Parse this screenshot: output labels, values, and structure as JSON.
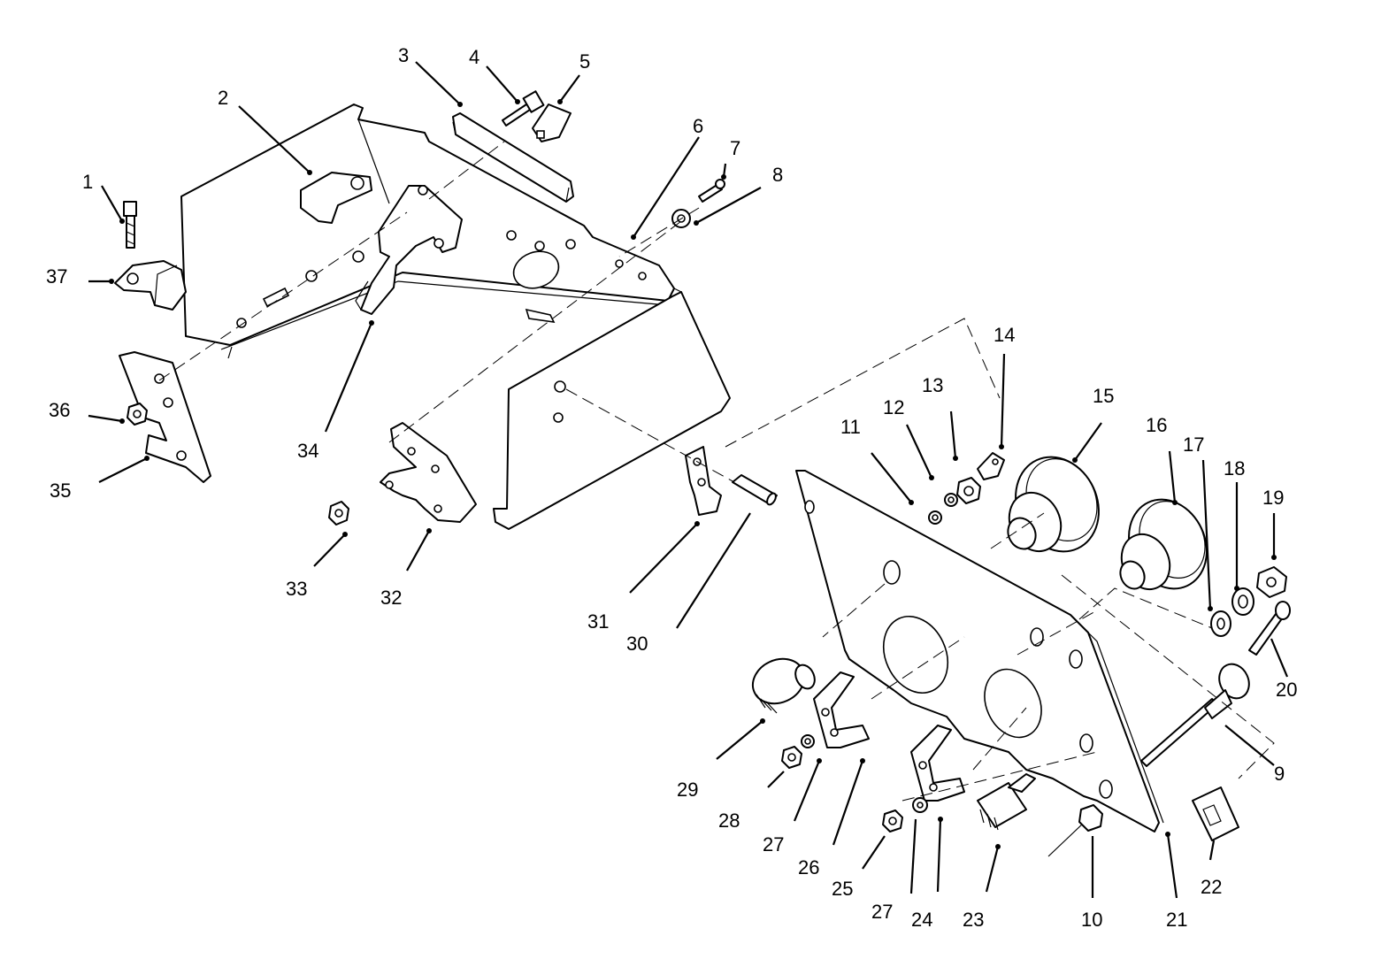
{
  "callouts": [
    {
      "id": "1",
      "label": "1"
    },
    {
      "id": "2",
      "label": "2"
    },
    {
      "id": "3",
      "label": "3"
    },
    {
      "id": "4",
      "label": "4"
    },
    {
      "id": "5",
      "label": "5"
    },
    {
      "id": "6",
      "label": "6"
    },
    {
      "id": "7",
      "label": "7"
    },
    {
      "id": "8",
      "label": "8"
    },
    {
      "id": "9",
      "label": "9"
    },
    {
      "id": "10",
      "label": "10"
    },
    {
      "id": "11",
      "label": "11"
    },
    {
      "id": "12",
      "label": "12"
    },
    {
      "id": "13",
      "label": "13"
    },
    {
      "id": "14",
      "label": "14"
    },
    {
      "id": "15",
      "label": "15"
    },
    {
      "id": "16",
      "label": "16"
    },
    {
      "id": "17",
      "label": "17"
    },
    {
      "id": "18",
      "label": "18"
    },
    {
      "id": "19",
      "label": "19"
    },
    {
      "id": "20",
      "label": "20"
    },
    {
      "id": "21",
      "label": "21"
    },
    {
      "id": "22",
      "label": "22"
    },
    {
      "id": "23",
      "label": "23"
    },
    {
      "id": "24",
      "label": "24"
    },
    {
      "id": "25",
      "label": "25"
    },
    {
      "id": "26",
      "label": "26"
    },
    {
      "id": "27a",
      "label": "27"
    },
    {
      "id": "27b",
      "label": "27"
    },
    {
      "id": "28",
      "label": "28"
    },
    {
      "id": "29",
      "label": "29"
    },
    {
      "id": "30",
      "label": "30"
    },
    {
      "id": "31",
      "label": "31"
    },
    {
      "id": "32",
      "label": "32"
    },
    {
      "id": "33",
      "label": "33"
    },
    {
      "id": "34",
      "label": "34"
    },
    {
      "id": "35",
      "label": "35"
    },
    {
      "id": "36",
      "label": "36"
    },
    {
      "id": "37",
      "label": "37"
    }
  ]
}
